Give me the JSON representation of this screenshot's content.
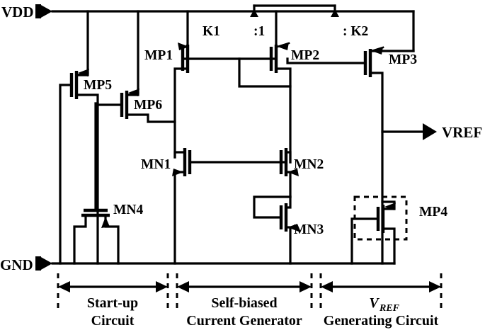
{
  "figure": {
    "type": "circuit-schematic",
    "description": "Self-biased current reference with start-up circuit and VREF generating circuit"
  },
  "rails": {
    "vdd_label": "VDD",
    "gnd_label": "GND",
    "vref_label": "VREF"
  },
  "devices": [
    {
      "id": "MP1",
      "label": "MP1",
      "type": "pmos"
    },
    {
      "id": "MP2",
      "label": "MP2",
      "type": "pmos"
    },
    {
      "id": "MP3",
      "label": "MP3",
      "type": "pmos"
    },
    {
      "id": "MP4",
      "label": "MP4",
      "type": "pmos"
    },
    {
      "id": "MP5",
      "label": "MP5",
      "type": "pmos"
    },
    {
      "id": "MP6",
      "label": "MP6",
      "type": "pmos"
    },
    {
      "id": "MN1",
      "label": "MN1",
      "type": "nmos"
    },
    {
      "id": "MN2",
      "label": "MN2",
      "type": "nmos"
    },
    {
      "id": "MN3",
      "label": "MN3",
      "type": "nmos"
    },
    {
      "id": "MN4",
      "label": "MN4",
      "type": "nmos"
    }
  ],
  "ratios": {
    "k1": "K1",
    "one": ":1",
    "k2": ": K2"
  },
  "sections": [
    {
      "id": "startup",
      "line1": "Start-up",
      "line2": "Circuit"
    },
    {
      "id": "selfbias",
      "line1": "Self-biased",
      "line2": "Current Generator"
    },
    {
      "id": "vrefgen",
      "line1": "V",
      "line1_sub": "REF",
      "line2": "Generating Circuit"
    }
  ],
  "colors": {
    "ink": "#000000",
    "background": "#ffffff"
  }
}
